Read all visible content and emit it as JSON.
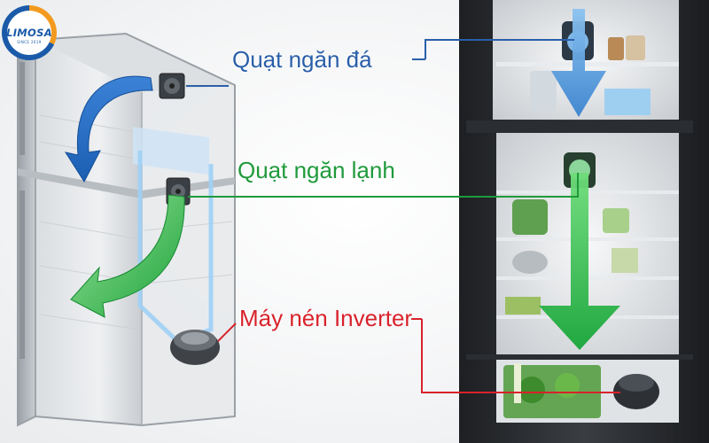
{
  "logo": {
    "name": "LIMOSA",
    "tagline": "SINCE 2019"
  },
  "labels": {
    "freezer_fan": "Quạt ngăn đá",
    "fridge_fan": "Quạt ngăn lạnh",
    "compressor": "Máy nén Inverter"
  },
  "colors": {
    "freezer": "#2a5fa9",
    "fridge": "#1f9a3b",
    "compressor": "#d8222b",
    "logo_blue": "#1a5aa8",
    "logo_orange": "#f39a1e"
  }
}
